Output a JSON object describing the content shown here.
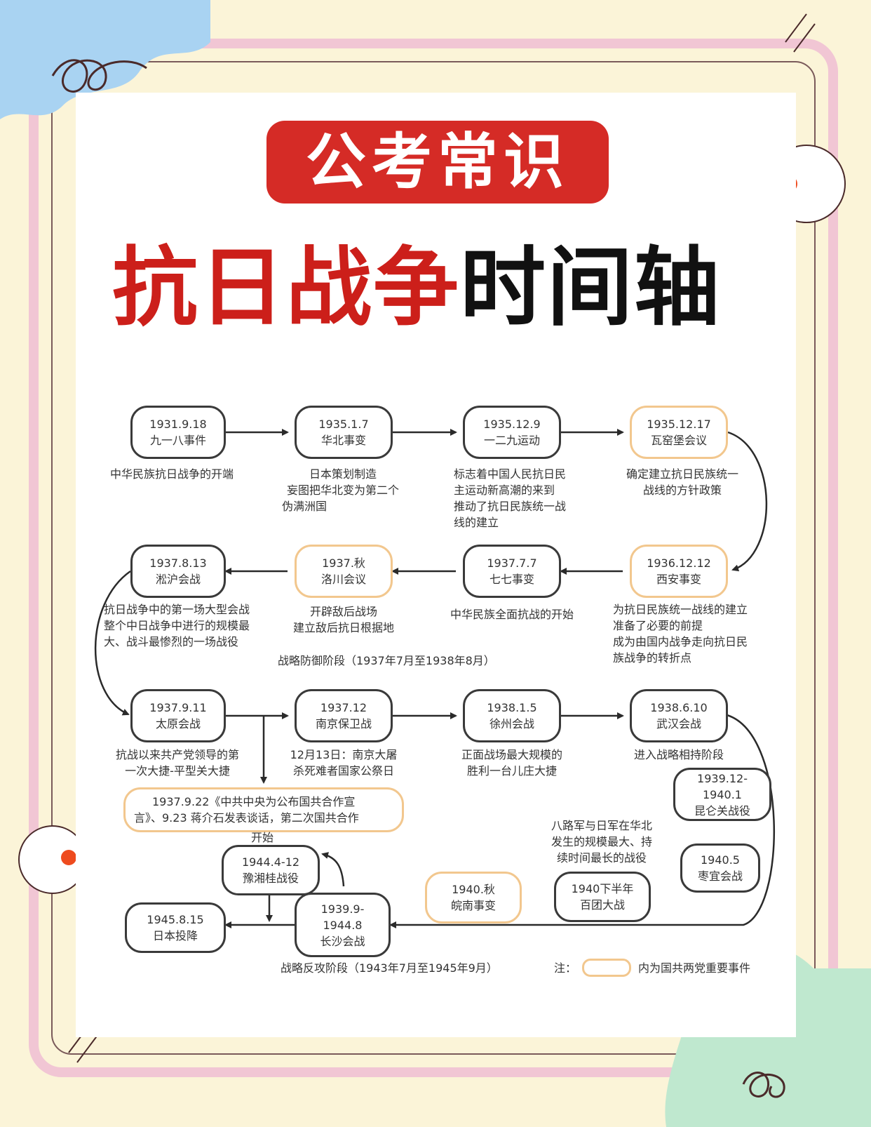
{
  "header": {
    "badge": "公考常识",
    "title_red": "抗日战争",
    "title_black": "时间轴"
  },
  "events": [
    {
      "id": "e1",
      "date": "1931.9.18",
      "name": "九一八事件",
      "note": [
        "中华民族抗日战争的开端"
      ],
      "gold": false
    },
    {
      "id": "e2",
      "date": "1935.1.7",
      "name": "华北事变",
      "note": [
        "日本策划制造",
        "妄图把华北变为第二个",
        "伪满洲国"
      ],
      "gold": false
    },
    {
      "id": "e3",
      "date": "1935.12.9",
      "name": "一二九运动",
      "note": [
        "标志着中国人民抗日民",
        "主运动新高潮的来到",
        "推动了抗日民族统一战",
        "线的建立"
      ],
      "gold": false
    },
    {
      "id": "e4",
      "date": "1935.12.17",
      "name": "瓦窑堡会议",
      "note": [
        "确定建立抗日民族统一",
        "战线的方针政策"
      ],
      "gold": true
    },
    {
      "id": "e5",
      "date": "1936.12.12",
      "name": "西安事变",
      "note": [
        "为抗日民族统一战线的建立",
        "准备了必要的前提",
        "成为由国内战争走向抗日民",
        "族战争的转折点"
      ],
      "gold": true
    },
    {
      "id": "e6",
      "date": "1937.7.7",
      "name": "七七事变",
      "note": [
        "中华民族全面抗战的开始"
      ],
      "gold": false
    },
    {
      "id": "e7",
      "date": "1937.秋",
      "name": "洛川会议",
      "note": [
        "开辟敌后战场",
        "建立敌后抗日根据地"
      ],
      "gold": true
    },
    {
      "id": "e8",
      "date": "1937.8.13",
      "name": "淞沪会战",
      "note": [
        "抗日战争中的第一场大型会战",
        "整个中日战争中进行的规模最",
        "大、战斗最惨烈的一场战役"
      ],
      "gold": false
    },
    {
      "id": "e9",
      "date": "1937.9.11",
      "name": "太原会战",
      "note": [
        "抗战以来共产党领导的第",
        "一次大捷-平型关大捷"
      ],
      "gold": false
    },
    {
      "id": "e10",
      "date": "1937.12",
      "name": "南京保卫战",
      "note": [
        "12月13日：南京大屠",
        "杀死难者国家公祭日"
      ],
      "gold": false
    },
    {
      "id": "e11",
      "date": "1938.1.5",
      "name": "徐州会战",
      "note": [
        "正面战场最大规模的",
        "胜利一台儿庄大捷"
      ],
      "gold": false
    },
    {
      "id": "e12",
      "date": "1938.6.10",
      "name": "武汉会战",
      "note": [
        "进入战略相持阶段"
      ],
      "gold": false
    },
    {
      "id": "e13",
      "date": "1939.12-",
      "name": "1940.1",
      "name2": "昆仑关战役",
      "gold": false
    },
    {
      "id": "e14",
      "date": "1940.5",
      "name": "枣宜会战",
      "gold": false
    },
    {
      "id": "e15",
      "date": "1940下半年",
      "name": "百团大战",
      "note": [
        "八路军与日军在华北",
        "发生的规模最大、持",
        "续时间最长的战役"
      ],
      "gold": false
    },
    {
      "id": "e16",
      "date": "1940.秋",
      "name": "皖南事变",
      "gold": true
    },
    {
      "id": "e17",
      "date": "1939.9-",
      "name": "1944.8",
      "name2": "长沙会战",
      "gold": false
    },
    {
      "id": "e18",
      "date": "1944.4-12",
      "name": "豫湘桂战役",
      "gold": false
    },
    {
      "id": "e19",
      "date": "1945.8.15",
      "name": "日本投降",
      "gold": false
    },
    {
      "id": "e20",
      "lines": [
        "1937.9.22《中共中央为公布国共合作宣",
        "言》、9.23 蒋介石发表谈话，第二次国共合作"
      ],
      "line3": "开始",
      "gold": true
    }
  ],
  "stages": {
    "defense": "战略防御阶段（1937年7月至1938年8月）",
    "counter": "战略反攻阶段（1943年7月至1945年9月）"
  },
  "legend": {
    "prefix": "注：",
    "suffix": "内为国共两党重要事件"
  },
  "colors": {
    "red": "#d52b26",
    "gold_border": "#f2c78e",
    "node_border": "#3a3a3a"
  }
}
